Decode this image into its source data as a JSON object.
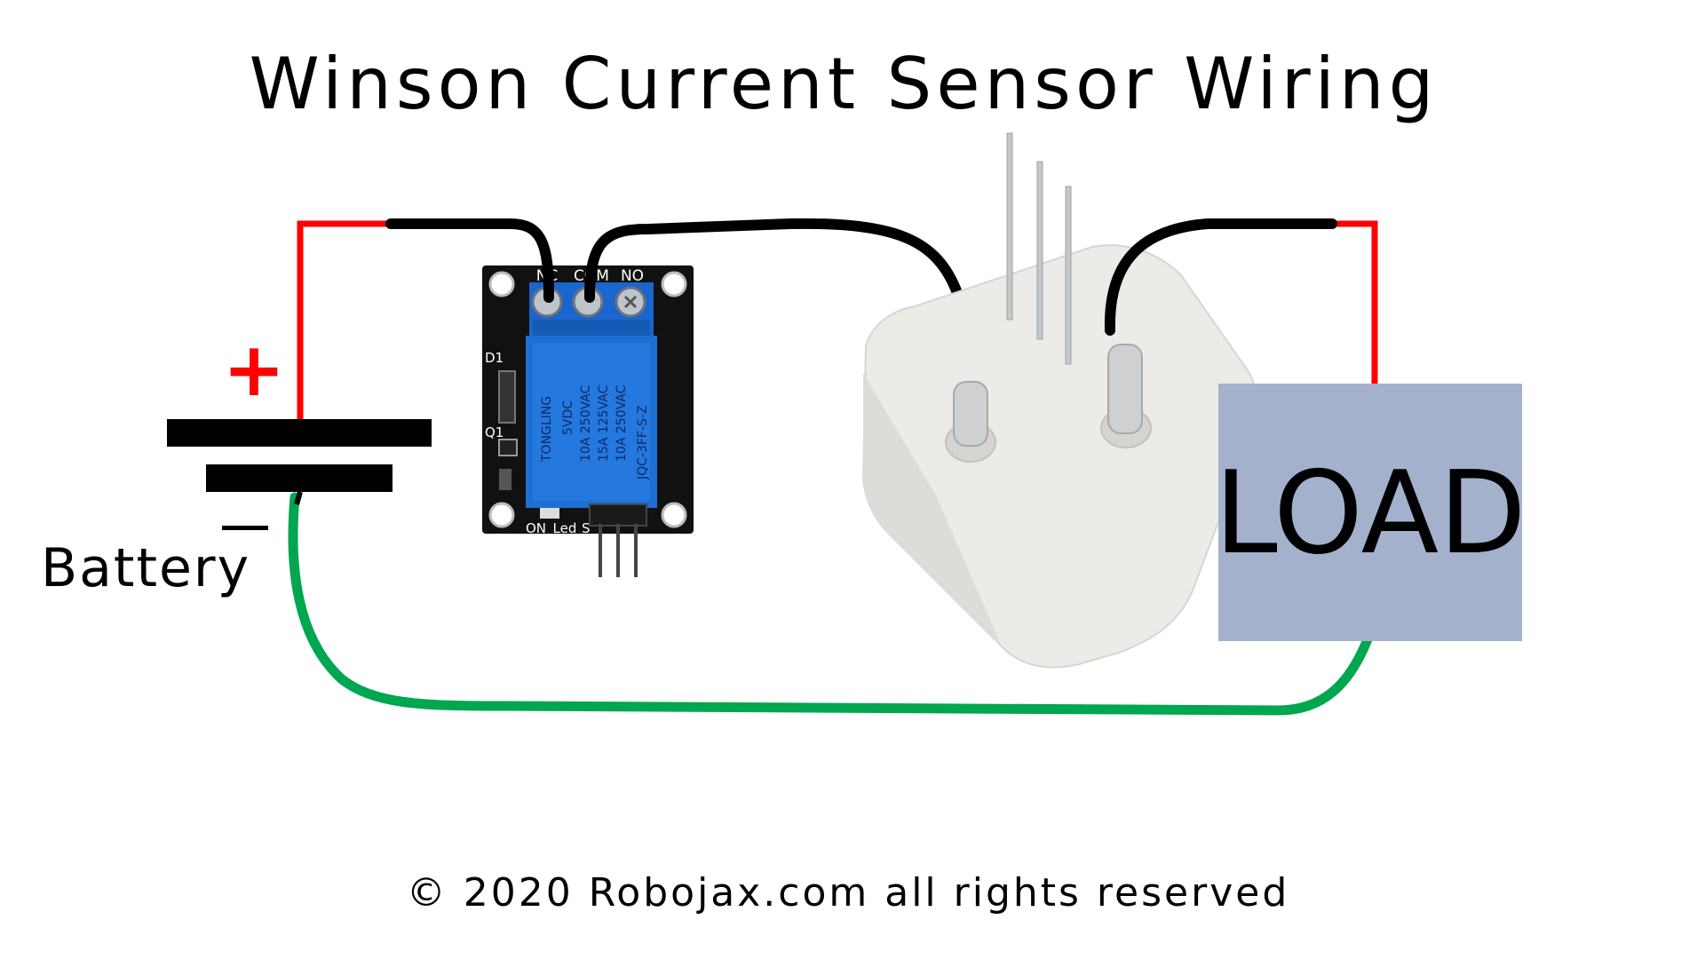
{
  "title": "Winson Current Sensor Wiring",
  "battery": {
    "label": "Battery",
    "plus_symbol": "+",
    "minus_symbol": "—"
  },
  "relay": {
    "pin_nc": "NC",
    "pin_com": "COM",
    "pin_no": "NO",
    "brand": "TONGLING",
    "spec_voltage": "5VDC",
    "spec_1": "10A 250VAC",
    "spec_2": "15A 125VAC",
    "spec_3": "10A 250VAC",
    "model": "JQC-3FF-S-Z",
    "silk_d1": "D1",
    "silk_q1": "Q1",
    "silk_led": "ON_Led",
    "silk_s": "S"
  },
  "load": {
    "label": "LOAD"
  },
  "copyright": "© 2020 Robojax.com all rights reserved",
  "colors": {
    "positive_wire": "#ff0000",
    "negative_wire": "#00a650",
    "relay_wire": "#000000",
    "load_box": "#a3b1cc",
    "relay_board": "#111111",
    "relay_blue": "#1e6fd4",
    "sensor_body": "#ecebe8"
  }
}
